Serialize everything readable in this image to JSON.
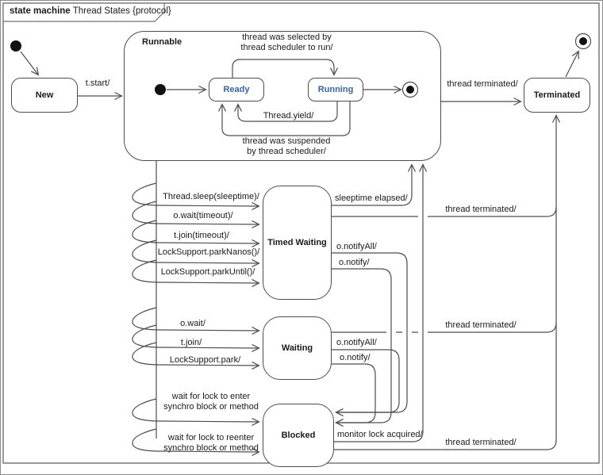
{
  "frame": {
    "keyword": "state machine",
    "title": " Thread States {protocol}"
  },
  "states": {
    "new": "New",
    "runnable": "Runnable",
    "ready": "Ready",
    "running": "Running",
    "timed_waiting": "Timed Waiting",
    "waiting": "Waiting",
    "blocked": "Blocked",
    "terminated": "Terminated"
  },
  "labels": {
    "t_start": "t.start/",
    "selected_1": "thread was selected by",
    "selected_2": "thread scheduler to run/",
    "yield": "Thread.yield/",
    "suspended_1": "thread was suspended",
    "suspended_2": "by thread scheduler/",
    "thread_terminated": "thread terminated/",
    "sleep": "Thread.sleep(sleeptime)/",
    "wait_timeout": "o.wait(timeout)/",
    "join_timeout": "t.join(timeout)/",
    "park_nanos": "LockSupport.parkNanos()/",
    "park_until": "LockSupport.parkUntil()/",
    "sleeptime_elapsed": "sleeptime elapsed/",
    "notify_all": "o.notifyAll/",
    "notify": "o.notify/",
    "wait": "o.wait/",
    "join": "t.join/",
    "park": "LockSupport.park/",
    "lock_enter_1": "wait for lock to enter",
    "lock_reenter_1": "wait for lock to reenter",
    "synchro_2": "synchro block or method",
    "monitor_acquired": "monitor lock acquired/"
  },
  "colors": {
    "line": "#4d4d4d",
    "state_text_blue": "#3564a4",
    "frame_border": "#707070"
  }
}
